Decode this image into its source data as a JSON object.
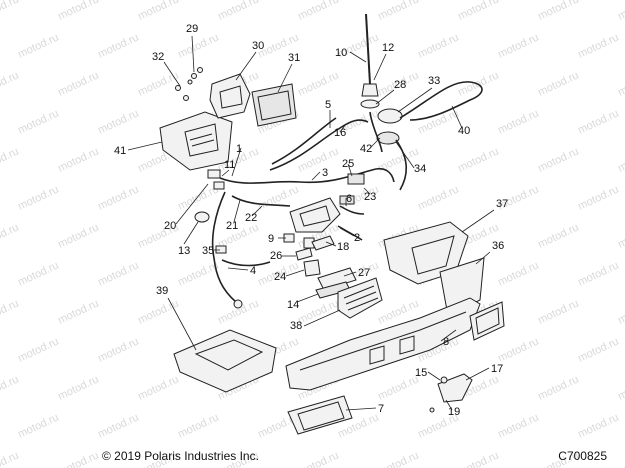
{
  "diagram": {
    "copyright": "© 2019 Polaris Industries Inc.",
    "code": "C700825",
    "watermark": "motod.ru",
    "callouts": [
      "1",
      "2",
      "3",
      "4",
      "5",
      "6",
      "7",
      "8",
      "9",
      "10",
      "11",
      "12",
      "13",
      "14",
      "15",
      "16",
      "17",
      "18",
      "19",
      "20",
      "21",
      "22",
      "23",
      "24",
      "25",
      "26",
      "27",
      "28",
      "29",
      "30",
      "31",
      "32",
      "33",
      "34",
      "35",
      "36",
      "37",
      "38",
      "39",
      "40",
      "41",
      "42"
    ]
  }
}
